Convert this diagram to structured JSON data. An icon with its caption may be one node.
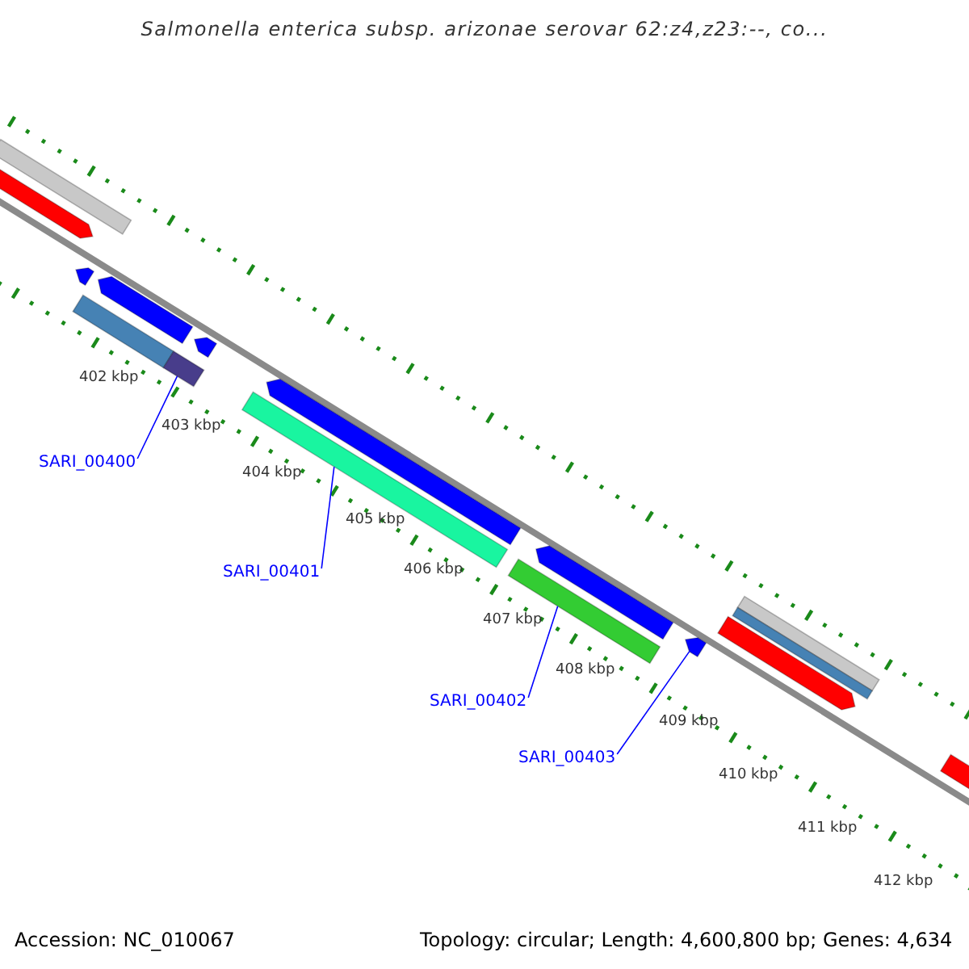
{
  "diagram": {
    "title": "Salmonella enterica subsp. arizonae serovar 62:z4,z23:--, co...",
    "nodes": [
      {
        "text": [
          "SARI_00400"
        ]
      },
      {
        "text": [
          "SARI_00401"
        ]
      },
      {
        "text": [
          "SARI_00402"
        ]
      },
      {
        "text": [
          "SARI_00403"
        ]
      },
      {
        "text": [],
        "shape": "bar"
      },
      {
        "text": [],
        "shape": "bar"
      },
      {
        "text": [],
        "shape": "bar"
      },
      {
        "text": [],
        "shape": "bar"
      },
      {
        "text": [],
        "shape": "bar"
      },
      {
        "text": [],
        "shape": "bar"
      },
      {
        "text": [],
        "shape": "bar"
      },
      {
        "text": [],
        "shape": "bar"
      },
      {
        "text": [],
        "shape": "bar"
      },
      {
        "text": [],
        "shape": "bar"
      },
      {
        "text": [],
        "shape": "bar"
      },
      {
        "text": [],
        "shape": "bar"
      },
      {
        "text": [],
        "shape": "bar"
      },
      {
        "text": [],
        "shape": "bar"
      },
      {
        "text": [],
        "shape": "bar"
      },
      {
        "text": [],
        "shape": "bar"
      }
    ],
    "edges": [
      {
        "from": 0,
        "to": 9,
        "arrow": "none"
      },
      {
        "from": 1,
        "to": 11,
        "arrow": "none"
      },
      {
        "from": 2,
        "to": 13,
        "arrow": "none"
      },
      {
        "from": 3,
        "to": 15,
        "arrow": "none"
      }
    ],
    "labels": [
      "402 kbp",
      "403 kbp",
      "404 kbp",
      "405 kbp",
      "406 kbp",
      "407 kbp",
      "408 kbp",
      "409 kbp",
      "410 kbp",
      "411 kbp",
      "412 kbp",
      "Accession: NC_010067",
      "Topology: circular; Length: 4,600,800 bp; Genes: 4,634"
    ]
  }
}
